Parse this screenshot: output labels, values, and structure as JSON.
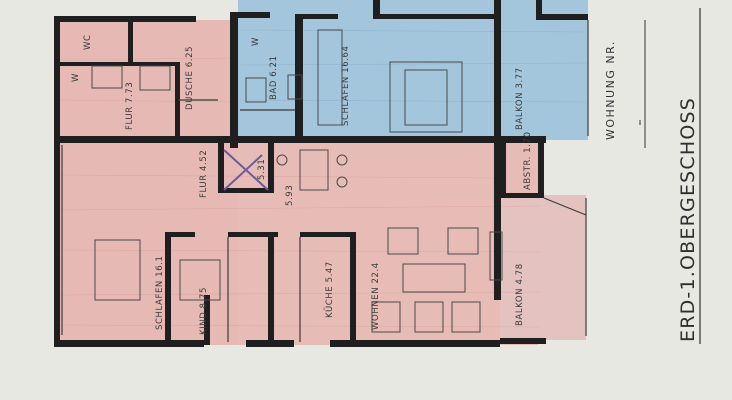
{
  "sheet": {
    "title": "ERD-1.OBERGESCHOSS",
    "unit_label": "WOHNUNG NR."
  },
  "rooms": {
    "wc_top": "WC",
    "dusche": "DUSCHE 6.25",
    "flur_top": "FLUR 7.73",
    "bad": "BAD 6.21",
    "bad_w": "W",
    "wc_w": "W",
    "schlafen_1": "SCHLAFEN 16.64",
    "balkon_1": "BALKON 3.77",
    "flur_main": "FLUR 4.52",
    "abstellraum_small": "5.31",
    "hall": "5.93",
    "abstr": "ABSTR. 1.70",
    "schlafen_2": "SCHLAFEN 16.1",
    "kind": "KIND 8.75",
    "kueche": "KÜCHE 5.47",
    "wohnen": "WOHNEN 22.4",
    "balkon_2": "BALKON 4.78"
  },
  "colors": {
    "pink_fill": "#e8b8b4",
    "blue_fill": "#9fc4dc",
    "paper": "#e8e8e2",
    "wall": "#1f1f1f"
  }
}
